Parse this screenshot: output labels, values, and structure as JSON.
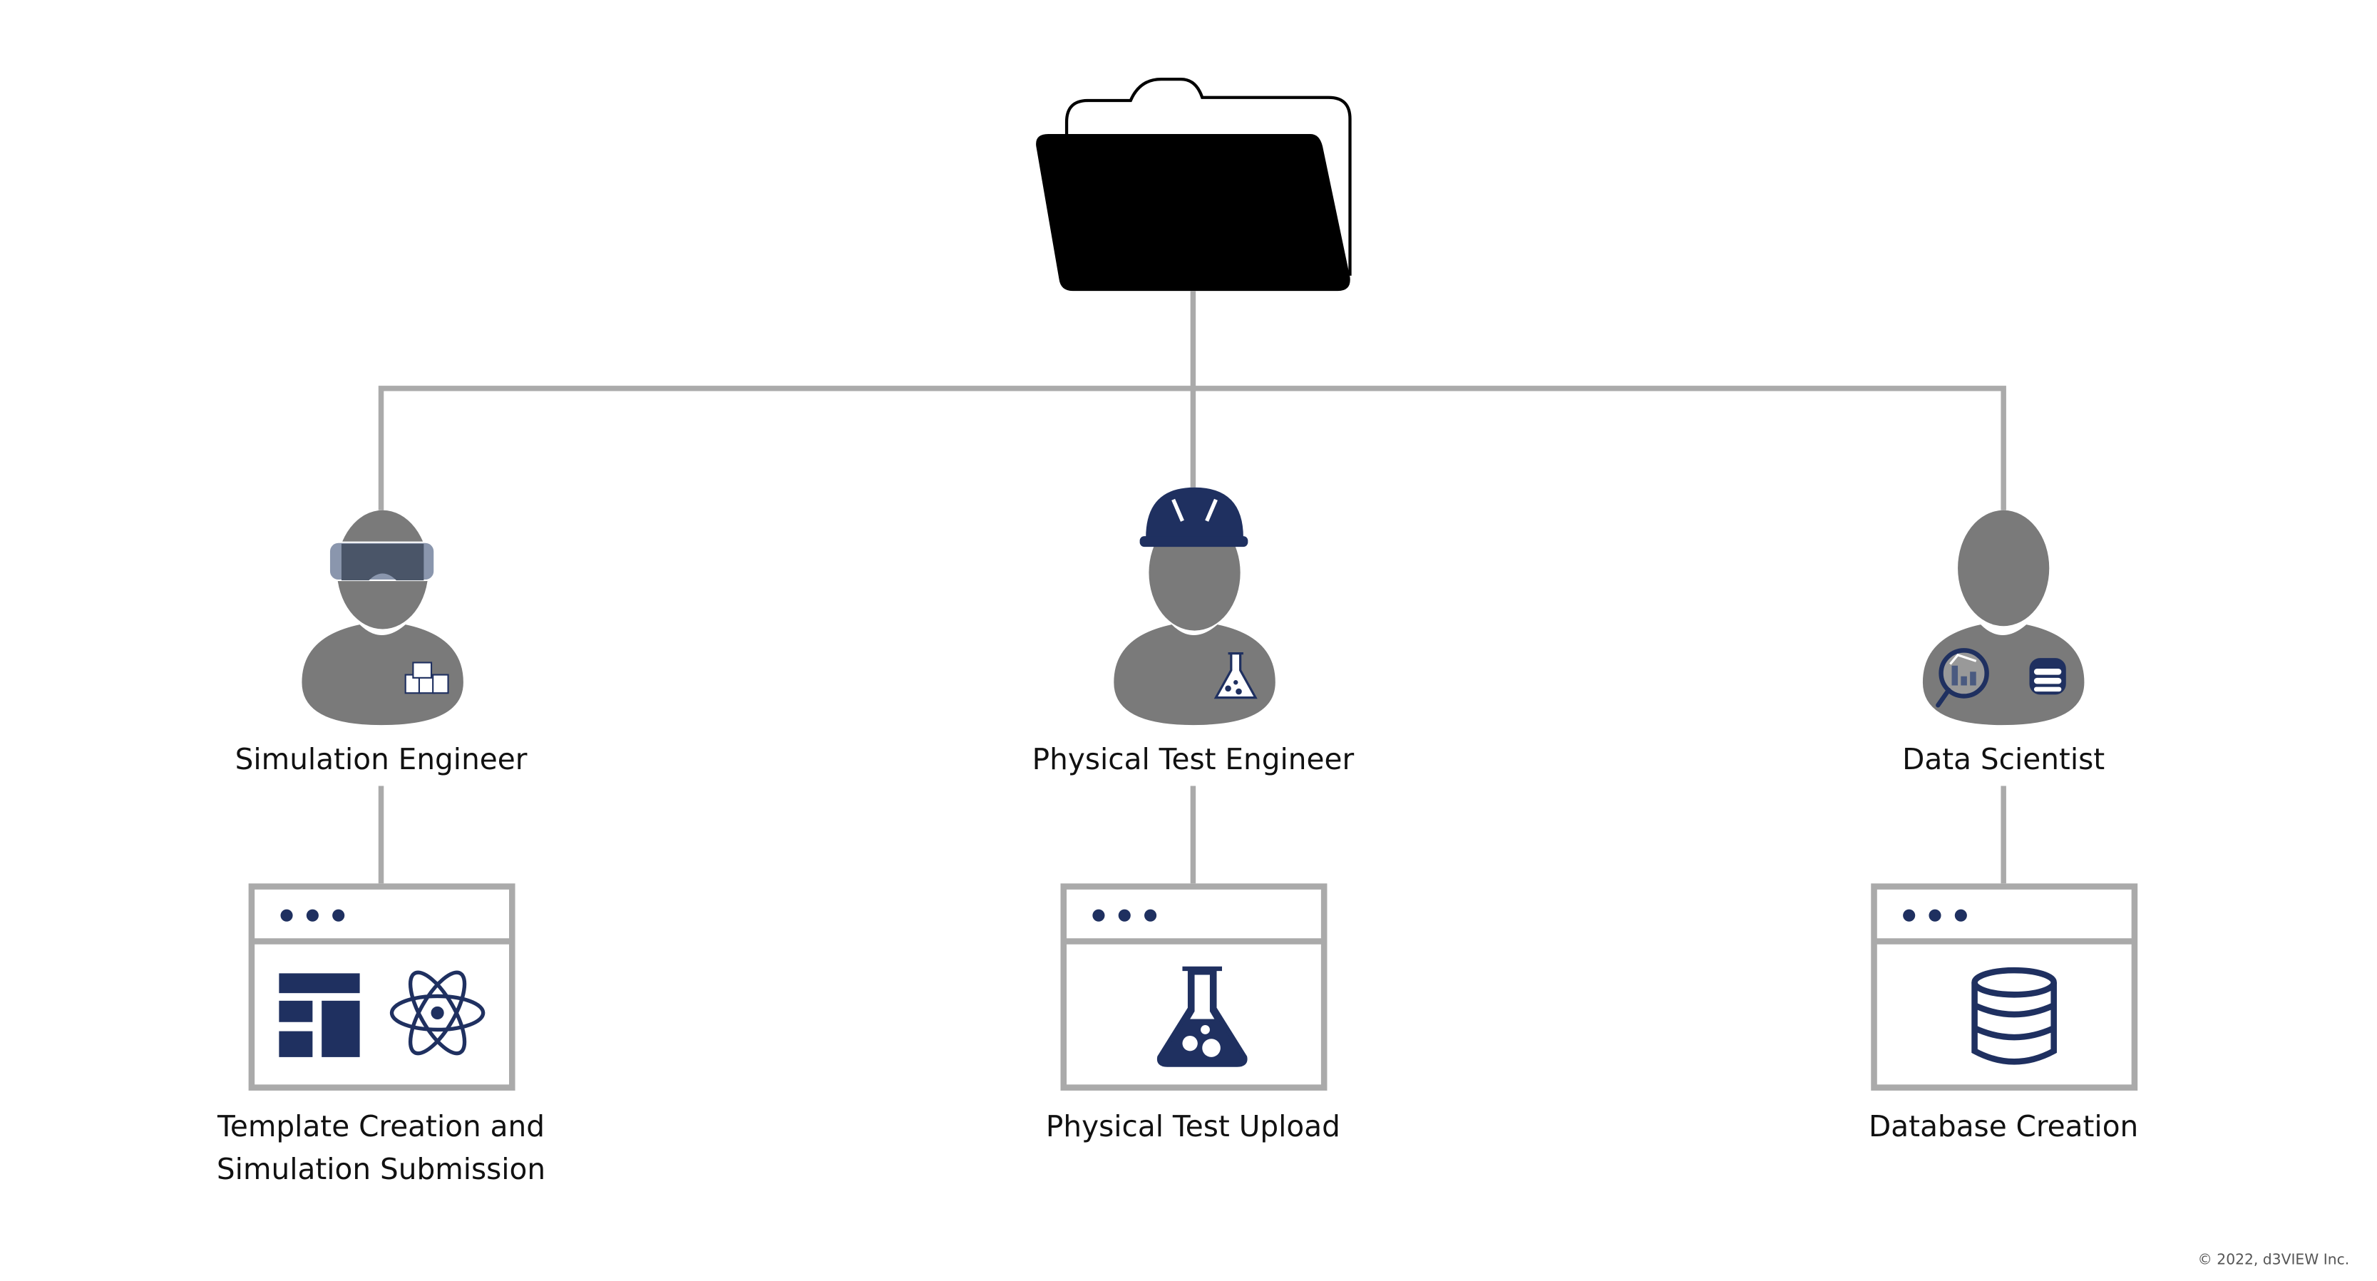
{
  "roles": [
    {
      "title": "Simulation Engineer",
      "task_lines": [
        "Template Creation and",
        "Simulation Submission"
      ],
      "badge_icons": [
        "cubes-icon"
      ],
      "headgear": "vr-goggles-icon",
      "app_icons": [
        "layout-template-icon",
        "atom-icon"
      ]
    },
    {
      "title": "Physical Test Engineer",
      "task_lines": [
        "Physical Test Upload"
      ],
      "badge_icons": [
        "flask-icon"
      ],
      "headgear": "hard-hat-icon",
      "app_icons": [
        "flask-icon"
      ]
    },
    {
      "title": "Data Scientist",
      "task_lines": [
        "Database Creation"
      ],
      "badge_icons": [
        "magnifier-chart-icon",
        "database-icon"
      ],
      "headgear": "",
      "app_icons": [
        "database-icon"
      ]
    }
  ],
  "root_icon": "folder-icon",
  "footer": {
    "copyright": "© 2022, d3VIEW Inc."
  },
  "colors": {
    "accent": "#1f3060",
    "person": "#7a7a7a",
    "connector": "#aaaaaa"
  }
}
